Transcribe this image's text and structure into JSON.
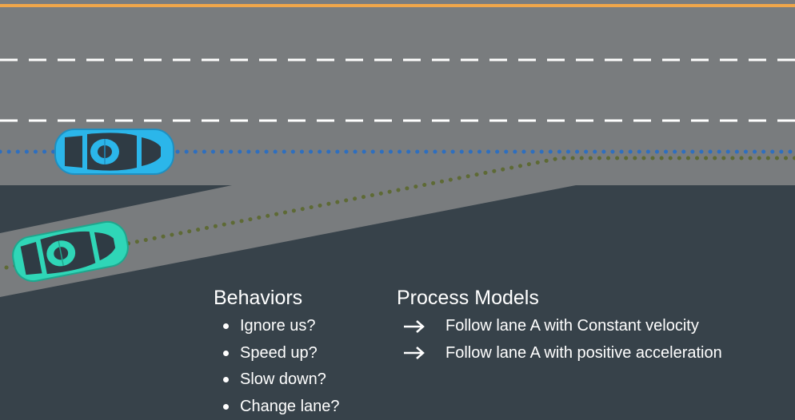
{
  "colors": {
    "background": "#37424a",
    "road": "#797c7e",
    "edge_line": "#f0a64a",
    "lane_dash": "#ffffff",
    "path_blue": "#2e6fbf",
    "path_green": "#5e6a35",
    "car_blue": "#2bb6ea",
    "car_teal": "#2fd6b7"
  },
  "behaviors": {
    "heading": "Behaviors",
    "items": [
      "Ignore us?",
      "Speed up?",
      "Slow down?",
      "Change lane?"
    ]
  },
  "process_models": {
    "heading": "Process Models",
    "items": [
      "Follow lane A with Constant velocity",
      "Follow lane A with positive acceleration"
    ]
  }
}
